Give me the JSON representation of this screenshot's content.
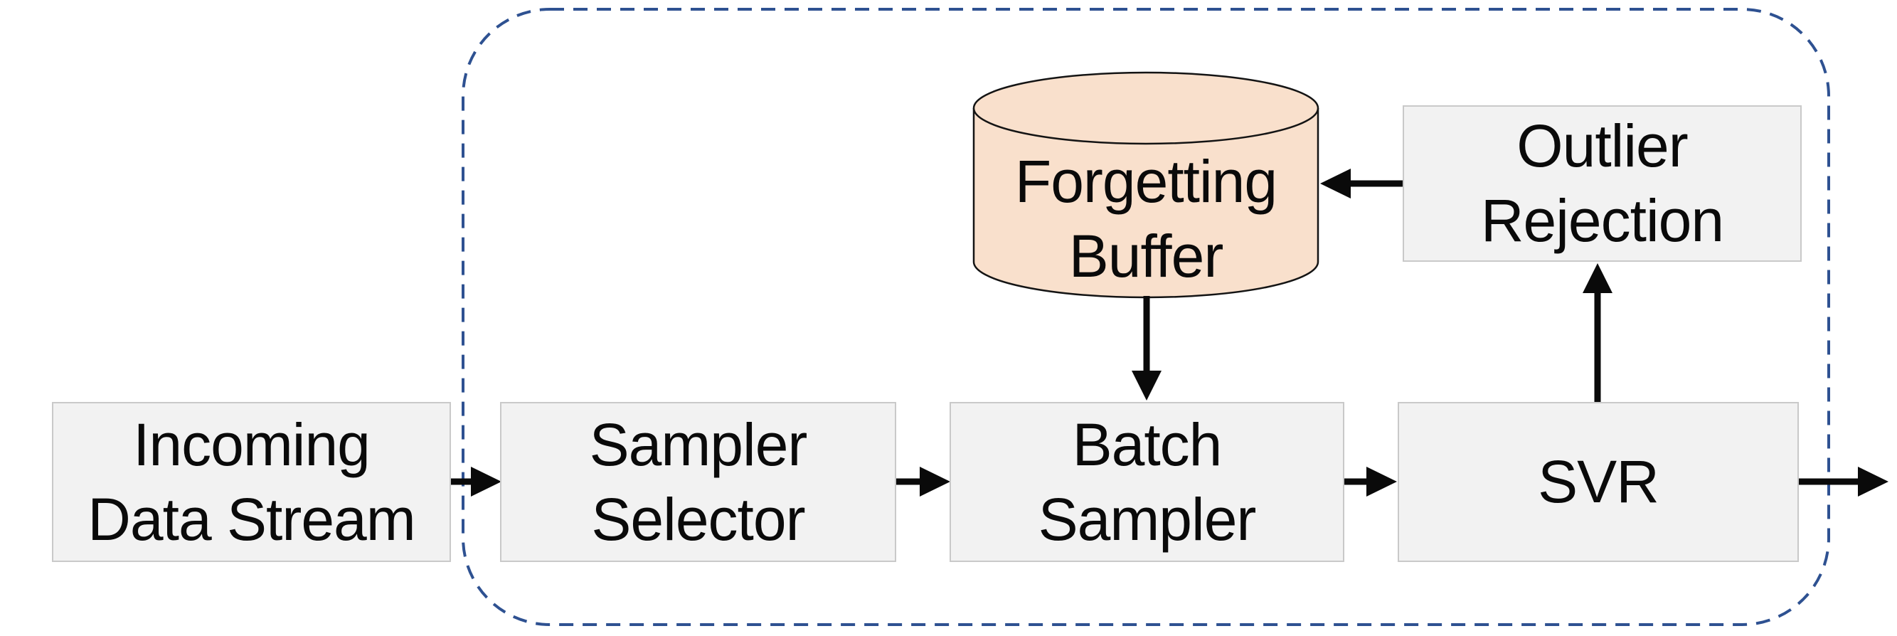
{
  "diagram": {
    "title": "online learning pipeline block diagram",
    "nodes": {
      "incoming": {
        "label": "Incoming\nData Stream"
      },
      "sampler": {
        "label": "Sampler\nSelector"
      },
      "batch": {
        "label": "Batch\nSampler"
      },
      "svr": {
        "label": "SVR"
      },
      "outlier": {
        "label": "Outlier\nRejection"
      },
      "buffer": {
        "label": "Forgetting\nBuffer"
      }
    },
    "edges": [
      {
        "from": "incoming",
        "to": "sampler",
        "direction": "right"
      },
      {
        "from": "sampler",
        "to": "batch",
        "direction": "right"
      },
      {
        "from": "batch",
        "to": "svr",
        "direction": "right"
      },
      {
        "from": "svr",
        "to": "output",
        "direction": "right"
      },
      {
        "from": "svr",
        "to": "outlier",
        "direction": "up"
      },
      {
        "from": "outlier",
        "to": "buffer",
        "direction": "left"
      },
      {
        "from": "buffer",
        "to": "batch",
        "direction": "down"
      }
    ],
    "boundary": {
      "style": "dashed-rounded-rect",
      "encloses": [
        "sampler",
        "batch",
        "svr",
        "outlier",
        "buffer"
      ]
    },
    "colors": {
      "background": "#ffffff",
      "box_fill": "#f2f2f2",
      "box_border": "#c9c9c9",
      "buffer_fill": "#f9e0cc",
      "buffer_stroke": "#141414",
      "dashed_border": "#2e5191",
      "arrow": "#0a0a0a",
      "text": "#0a0a0a"
    }
  }
}
